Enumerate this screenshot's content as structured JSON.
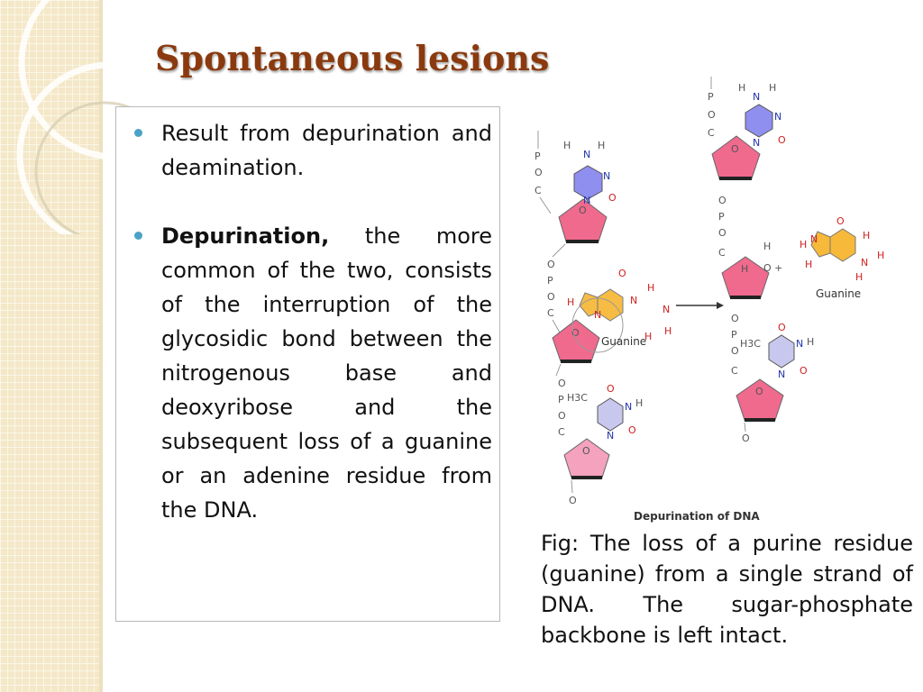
{
  "slide": {
    "title": "Spontaneous lesions",
    "bullets": [
      {
        "text": "Result from depurination and deamination."
      },
      {
        "bold": "Depurination,",
        "text": " the more common of the two, consists of the interruption of the glycosidic bond between the nitrogenous base and deoxyribose and the subsequent loss of a guanine or an adenine residue from the DNA."
      }
    ],
    "figure": {
      "caption": "Fig: The loss of a purine residue (guanine) from a single strand of DNA. The sugar-phosphate backbone is left intact.",
      "diagram_title": "Depurination of DNA",
      "guanine_label": "Guanine",
      "atoms": {
        "P": "P",
        "O": "O",
        "C": "C",
        "N": "N",
        "H": "H",
        "H3C": "H3C",
        "O_plus": "O +"
      }
    }
  },
  "colors": {
    "title": "#8a3a0e",
    "bullet": "#4aa3c7",
    "sugar": "#f06a8e",
    "cytosine": "#8f8ff0",
    "guanine": "#f7b93a",
    "thymine": "#c8c8ee"
  }
}
